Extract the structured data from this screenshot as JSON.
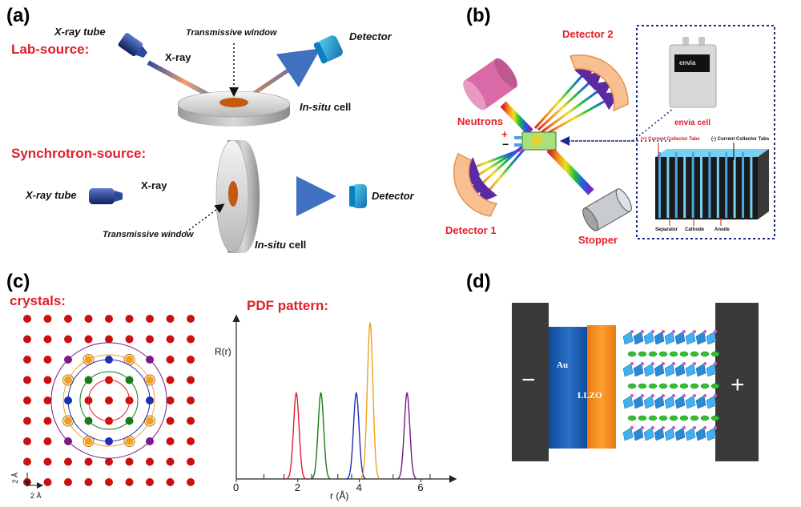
{
  "panels": {
    "a": {
      "label": "(a)",
      "lab_source": "Lab-source:",
      "synchrotron_source": "Synchrotron-source:",
      "xray_tube_1": "X-ray tube",
      "xray_1": "X-ray",
      "transmissive_window_1": "Transmissive window",
      "detector_1": "Detector",
      "insitu_cell_1_italic": "In-situ",
      "insitu_cell_1_rest": " cell",
      "xray_tube_2": "X-ray tube",
      "xray_2": "X-ray",
      "transmissive_window_2": "Transmissive window",
      "detector_2": "Detector",
      "insitu_cell_2_italic": "In-situ",
      "insitu_cell_2_rest": " cell"
    },
    "b": {
      "label": "(b)",
      "detector_2": "Detector 2",
      "neutrons": "Neutrons",
      "detector_1": "Detector 1",
      "stopper": "Stopper",
      "envia_cell": "envia cell",
      "battery_brand": "envia",
      "plus_sign": "+",
      "minus_sign": "−",
      "pos_tabs": "(+) Current Collector Tabs",
      "neg_tabs": "(-) Current Collector Tabs",
      "separator": "Separator",
      "cathode": "Cathode",
      "anode": "Anode"
    },
    "c": {
      "label": "(c)",
      "crystals": "crystals:",
      "pdf_pattern": "PDF pattern:",
      "y_axis": "R(r)",
      "x_axis": "r (Å)",
      "scale_y": "2 Å",
      "scale_x": "2 Å",
      "x_ticks": [
        "0",
        "2",
        "4",
        "6"
      ]
    },
    "d": {
      "label": "(d)",
      "minus": "−",
      "plus": "+",
      "au": "Au",
      "llzo": "LLZO"
    }
  },
  "colors": {
    "title_red": "#e0202a",
    "atom_red": "#cc1010",
    "peak_red": "#e0202a",
    "peak_green": "#1a7a1a",
    "peak_blue": "#1e2fb0",
    "peak_orange": "#f0a020",
    "peak_purple": "#7a1a8a",
    "au_blue": "#1f5fb0",
    "llzo_orange": "#f08a1a",
    "electrode_dark": "#3a3a3a"
  },
  "chart_data": {
    "type": "line",
    "title": "PDF pattern:",
    "xlabel": "r (Å)",
    "ylabel": "R(r)",
    "xlim": [
      0,
      6.9
    ],
    "x_ticks": [
      0,
      2,
      4,
      6
    ],
    "series": [
      {
        "color": "#e0202a",
        "peak_r": 1.95,
        "height": 0.55
      },
      {
        "color": "#1a7a1a",
        "peak_r": 2.75,
        "height": 0.55
      },
      {
        "color": "#1e2fb0",
        "peak_r": 3.9,
        "height": 0.55
      },
      {
        "color": "#f0a020",
        "peak_r": 4.35,
        "height": 1.0
      },
      {
        "color": "#7a1a8a",
        "peak_r": 5.55,
        "height": 0.55
      }
    ],
    "baseline_ticks": [
      0.9,
      1.55,
      2.45,
      3.3,
      3.75,
      5.1,
      6.3
    ]
  }
}
